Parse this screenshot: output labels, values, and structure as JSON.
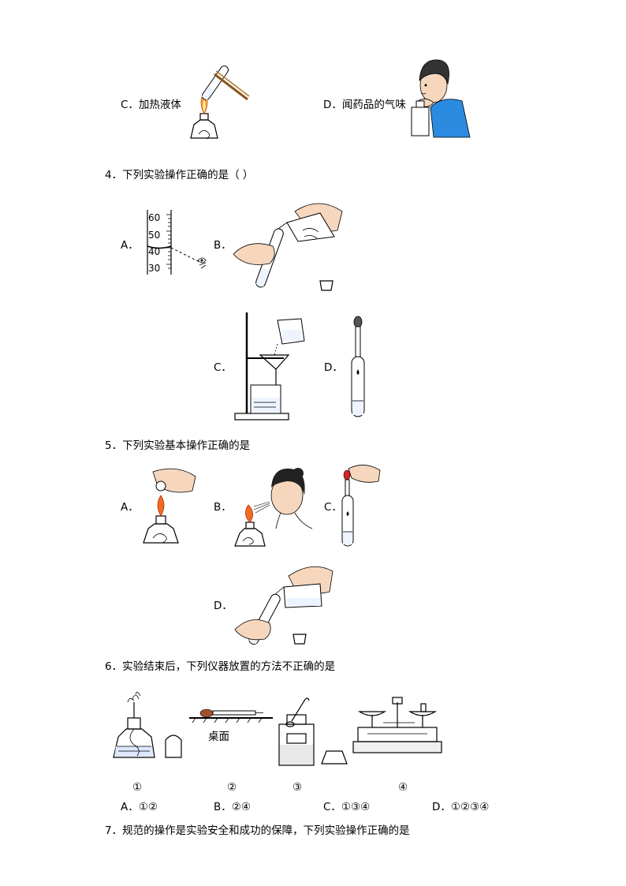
{
  "q3": {
    "optC": "C．加热液体",
    "optD": "D．闻药品的气味"
  },
  "q4": {
    "stem": "4．下列实验操作正确的是（    ）",
    "optA": "A．",
    "optB": "B．",
    "optC": "C．",
    "optD": "D．",
    "scale": [
      "60",
      "50",
      "40",
      "30"
    ]
  },
  "q5": {
    "stem": "5．下列实验基本操作正确的是",
    "optA": "A．",
    "optB": "B．",
    "optC": "C．",
    "optD": "D．"
  },
  "q6": {
    "stem": "6．实验结束后，下列仪器放置的方法不正确的是",
    "desk_label": "桌面",
    "figure_labels": [
      "①",
      "②",
      "③",
      "④"
    ],
    "answers": [
      "A．①②",
      "B．②④",
      "C．①③④",
      "D．①②③④"
    ]
  },
  "q7": {
    "stem": "7．规范的操作是实验安全和成功的保障，下列实验操作正确的是"
  }
}
